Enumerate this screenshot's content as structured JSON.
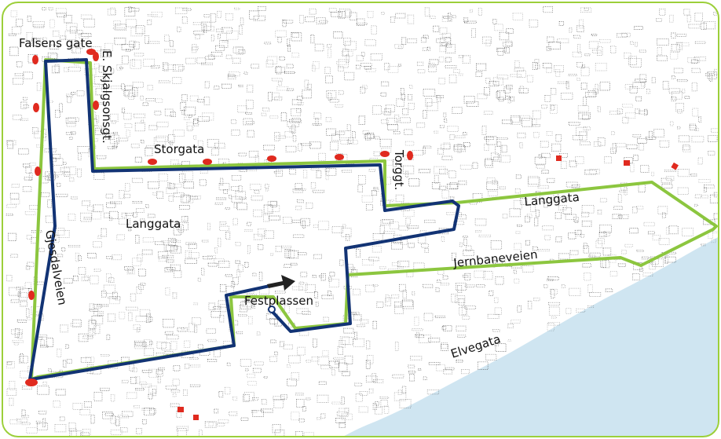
{
  "map": {
    "colors": {
      "background": "#ffffff",
      "frame": "#9ccf3a",
      "building": "#2a2a2a",
      "water": "#cfe5f1",
      "route_primary": "#123374",
      "route_secondary": "#8cc63f",
      "marker": "#e02a1f",
      "arrow": "#222222"
    },
    "labels": {
      "falsens_gate": "Falsens gate",
      "skjalgsonsgt": "E. Skjalgsonsgt.",
      "storgata": "Storgata",
      "torggt": "Torggt.",
      "langgata_east": "Langgata",
      "langgata_west": "Langgata",
      "jernbaneveien": "Jernbaneveien",
      "gjesdalveien": "Gjesdalveien",
      "festplassen": "Festplassen",
      "elvegata": "Elvegata"
    },
    "legend_icons": {
      "start_marker": "start-point-icon",
      "direction_arrow": "direction-arrow-icon",
      "barrier": "barrier-marker-icon"
    }
  }
}
